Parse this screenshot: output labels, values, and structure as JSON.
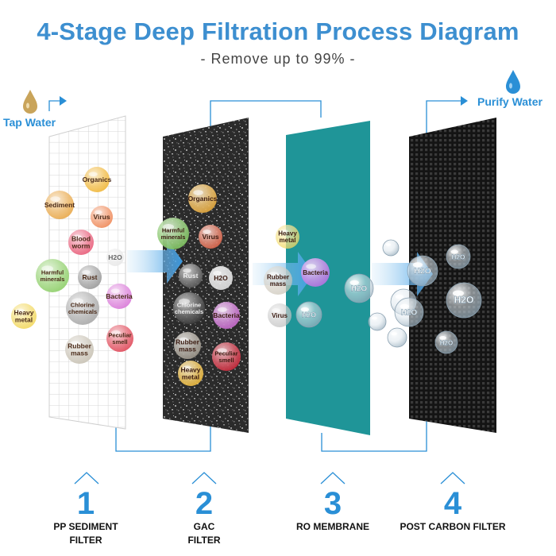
{
  "header": {
    "title": "4-Stage Deep Filtration Process Diagram",
    "subtitle": "- Remove up to 99% -"
  },
  "labels": {
    "tap_water": "Tap Water",
    "purify_water": "Purify Water"
  },
  "stages": [
    {
      "number": "1",
      "name_line1": "PP SEDIMENT",
      "name_line2": "FILTER"
    },
    {
      "number": "2",
      "name_line1": "GAC",
      "name_line2": "FILTER"
    },
    {
      "number": "3",
      "name_line1": "RO MEMBRANE",
      "name_line2": ""
    },
    {
      "number": "4",
      "name_line1": "POST CARBON FILTER",
      "name_line2": ""
    }
  ],
  "contaminants": {
    "stage1": [
      {
        "label": "Organics",
        "color": "#f0b73a"
      },
      {
        "label": "Sediment",
        "color": "#e8a84a"
      },
      {
        "label": "Virus",
        "color": "#ef8a5a"
      },
      {
        "label": "Blood worm",
        "color": "#e85e7a"
      },
      {
        "label": "H2O",
        "color": "#e8e8e8"
      },
      {
        "label": "Harmful minerals",
        "color": "#8fcf6a"
      },
      {
        "label": "Rust",
        "color": "#9a9a9a"
      },
      {
        "label": "Bacteria",
        "color": "#d97ad8"
      },
      {
        "label": "Heavy metal",
        "color": "#f2d860"
      },
      {
        "label": "Chlorine chemicals",
        "color": "#a8a8a8"
      },
      {
        "label": "Peculiar smell",
        "color": "#e04a5a"
      },
      {
        "label": "Rubber mass",
        "color": "#c8c2b4"
      }
    ],
    "stage2": [
      {
        "label": "Organics",
        "color": "#e0a53a"
      },
      {
        "label": "Harmful minerals",
        "color": "#7cc05e"
      },
      {
        "label": "Virus",
        "color": "#d8644a"
      },
      {
        "label": "Rust",
        "color": "#5a5a5a"
      },
      {
        "label": "H2O",
        "color": "#dddddd"
      },
      {
        "label": "Chlorine chemicals",
        "color": "#3a3a3a"
      },
      {
        "label": "Bacteria",
        "color": "#c266c8"
      },
      {
        "label": "Rubber mass",
        "color": "#9a9388"
      },
      {
        "label": "Peculiar smell",
        "color": "#c8283a"
      },
      {
        "label": "Heavy metal",
        "color": "#e6b43a"
      }
    ],
    "stage3": [
      {
        "label": "Heavy metal",
        "color": "#f2d860"
      },
      {
        "label": "Rubber mass",
        "color": "#c8c2b4"
      },
      {
        "label": "Bacteria",
        "color": "#b670e0"
      },
      {
        "label": "Virus",
        "color": "#bdbdbd"
      },
      {
        "label": "H2O",
        "color": "#9fd8ef"
      },
      {
        "label": "H2O",
        "color": "#9fd8ef"
      }
    ],
    "stage4": [
      {
        "label": "H2O",
        "color": "#cfd8e0"
      },
      {
        "label": "H2O",
        "color": "#cfd8e0"
      },
      {
        "label": "H2O",
        "color": "#cfd8e0"
      },
      {
        "label": "H2O",
        "color": "#cfd8e0"
      },
      {
        "label": "H2O",
        "color": "#cfd8e0"
      }
    ]
  },
  "colors": {
    "accent": "#2a8fd6",
    "title": "#3d8fd0",
    "ro_membrane": "#1f9598",
    "gac": "#2a2a2a",
    "post_carbon": "#1a1a1a",
    "flow_arrow": "#4aa8e8"
  },
  "icons": {
    "tap_water": "water-drop-icon",
    "purify_water": "water-drop-icon"
  }
}
